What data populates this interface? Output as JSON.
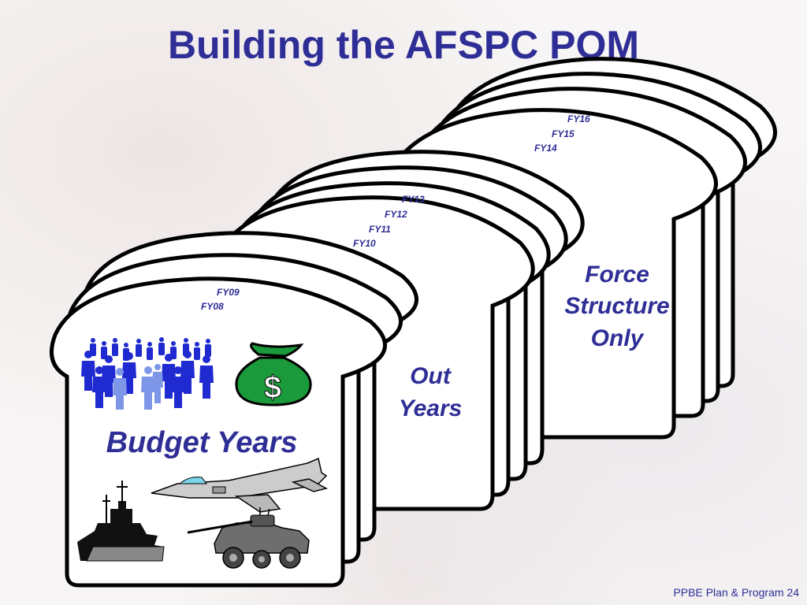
{
  "slide": {
    "title": "Building the AFSPC POM",
    "footer": "PPBE Plan & Program 24"
  },
  "groups": {
    "force_structure": {
      "years": [
        "FY16",
        "FY15",
        "FY14"
      ],
      "label_lines": [
        "Force",
        "Structure",
        "Only"
      ]
    },
    "out_years": {
      "years": [
        "FY13",
        "FY12",
        "FY11",
        "FY10"
      ],
      "label_lines": [
        "Out",
        "Years"
      ]
    },
    "budget_years": {
      "years": [
        "FY09",
        "FY08"
      ],
      "label": "Budget Years"
    }
  },
  "icons": [
    "people-crowd-icon",
    "money-bag-icon",
    "fighter-jet-icon",
    "battleship-icon",
    "armored-vehicle-icon"
  ],
  "colors": {
    "title": "#2e2e96",
    "outline": "#000000",
    "slice_fill": "#ffffff",
    "money_bag": "#1a9a3a",
    "people_dark": "#1f2ad0",
    "people_light": "#7e96e8"
  }
}
